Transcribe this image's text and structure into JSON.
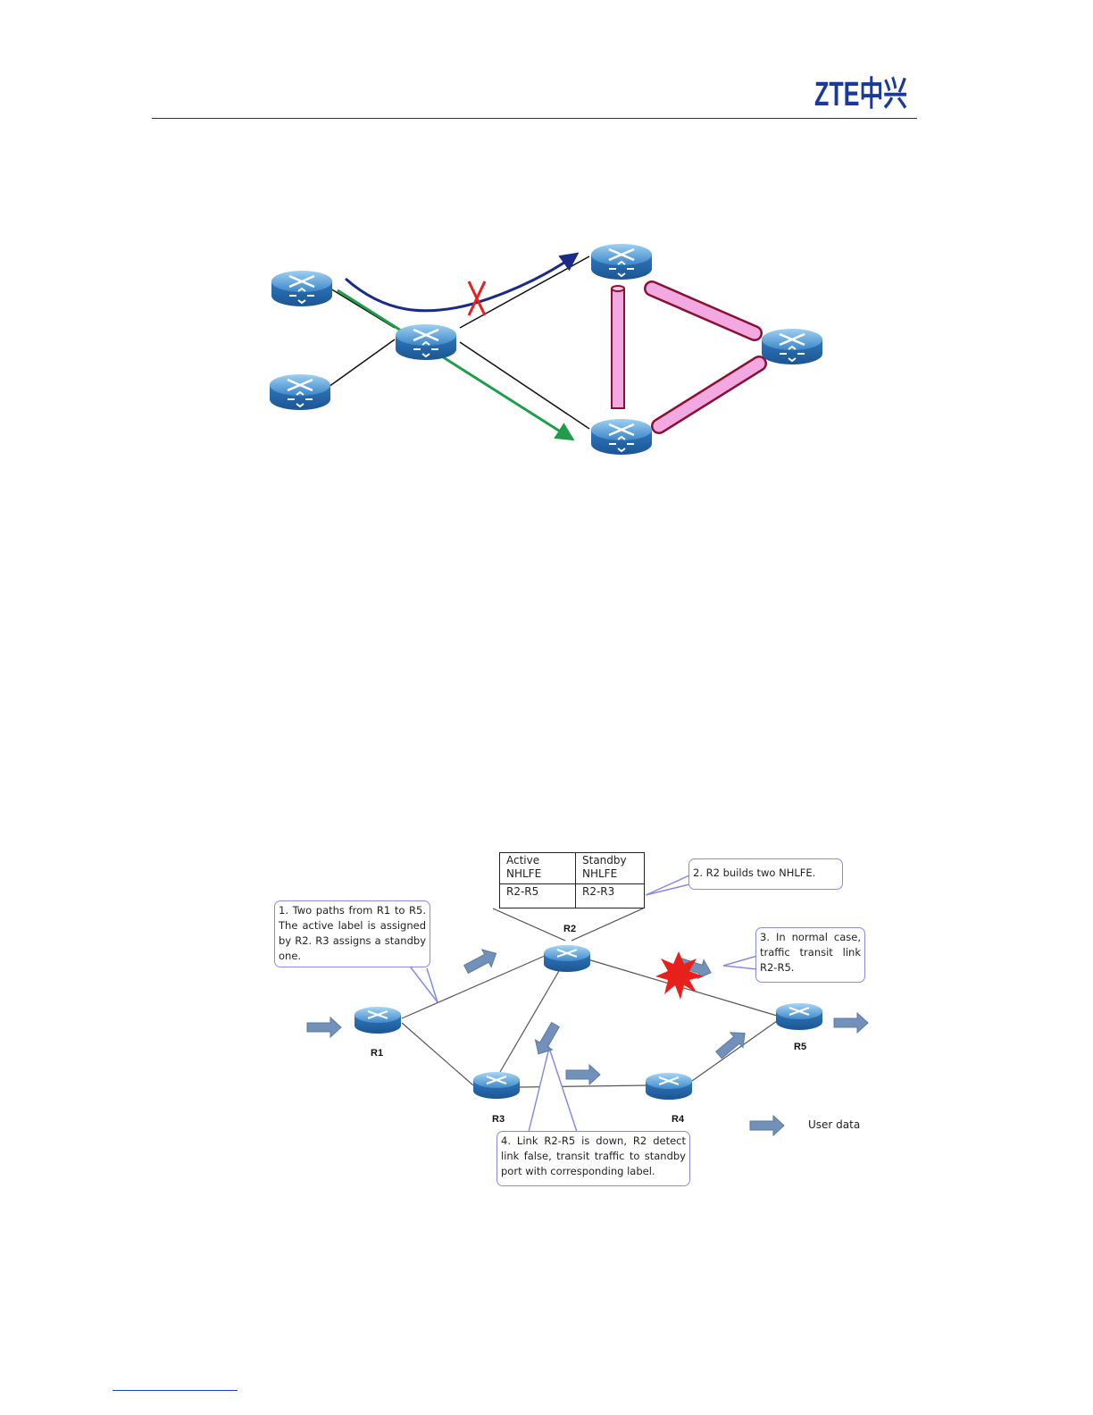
{
  "header": {
    "logo_text": "ZTE中兴"
  },
  "figure2": {
    "table": {
      "col1_header": "Active NHLFE",
      "col2_header": "Standby NHLFE",
      "col1_value": "R2-R5",
      "col2_value": "R2-R3"
    },
    "callouts": {
      "c1": "1. Two paths from R1 to R5. The active label is assigned by R2. R3 assigns a standby one.",
      "c2": "2. R2 builds two NHLFE.",
      "c3": "3. In normal case, traffic transit link R2-R5.",
      "c4": "4. Link R2-R5 is down, R2 detect link false, transit traffic to standby port with corresponding label."
    },
    "routers": {
      "r1": "R1",
      "r2": "R2",
      "r3": "R3",
      "r4": "R4",
      "r5": "R5"
    },
    "legend": "User data"
  },
  "colors": {
    "brand": "#1a3a9a",
    "path_primary": "#1a2a8a",
    "path_backup": "#1f9e4a",
    "tunnel": "#f2a8e0",
    "tunnel_edge": "#8a1030",
    "failure": "#e8201c"
  }
}
